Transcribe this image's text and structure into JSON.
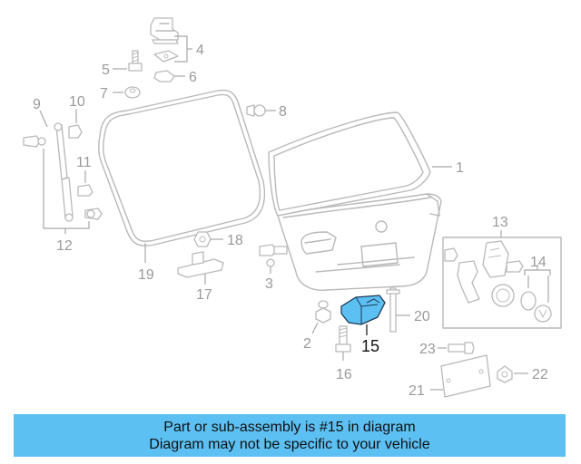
{
  "callouts": [
    "1",
    "2",
    "3",
    "4",
    "5",
    "6",
    "7",
    "8",
    "9",
    "10",
    "11",
    "12",
    "13",
    "14",
    "15",
    "16",
    "17",
    "18",
    "19",
    "20",
    "21",
    "22",
    "23"
  ],
  "highlight": {
    "part": "15",
    "color": "#5cc0f3"
  },
  "banner": {
    "line1": "Part or sub-assembly is #15 in diagram",
    "line2": "Diagram may not be specific to your vehicle",
    "color": "#5cc0f3"
  }
}
